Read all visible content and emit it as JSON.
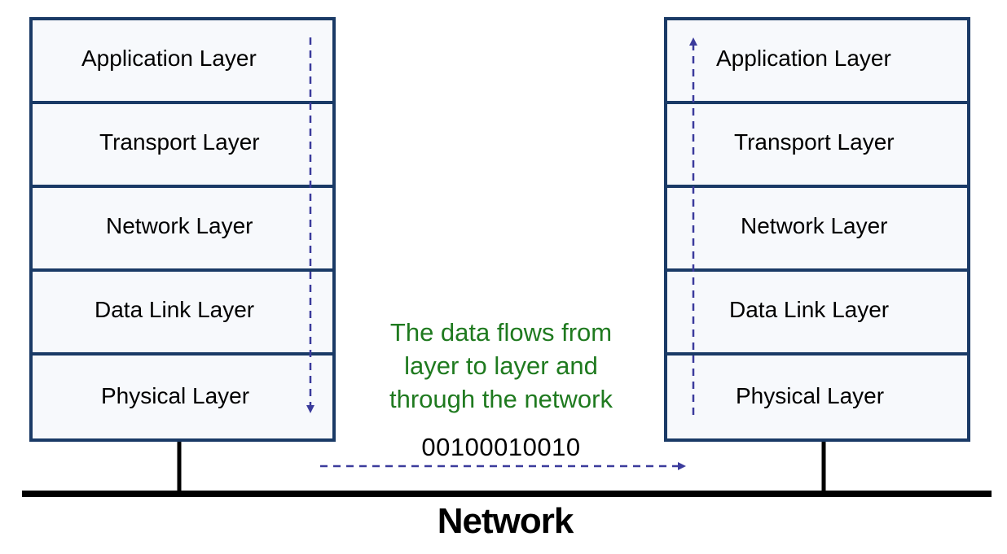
{
  "left_stack": {
    "layers": [
      {
        "label": "Application Layer"
      },
      {
        "label": "Transport Layer"
      },
      {
        "label": "Network Layer"
      },
      {
        "label": "Data Link Layer"
      },
      {
        "label": "Physical Layer"
      }
    ]
  },
  "right_stack": {
    "layers": [
      {
        "label": "Application Layer"
      },
      {
        "label": "Transport Layer"
      },
      {
        "label": "Network Layer"
      },
      {
        "label": "Data Link Layer"
      },
      {
        "label": "Physical Layer"
      }
    ]
  },
  "caption": {
    "line1": "The data flows from",
    "line2": "layer to layer and",
    "line3": "through the network"
  },
  "bits": "00100010010",
  "network_label": "Network",
  "colors": {
    "box_border": "#1a3a66",
    "arrow": "#3b3b9c",
    "caption": "#1f7a1f"
  }
}
